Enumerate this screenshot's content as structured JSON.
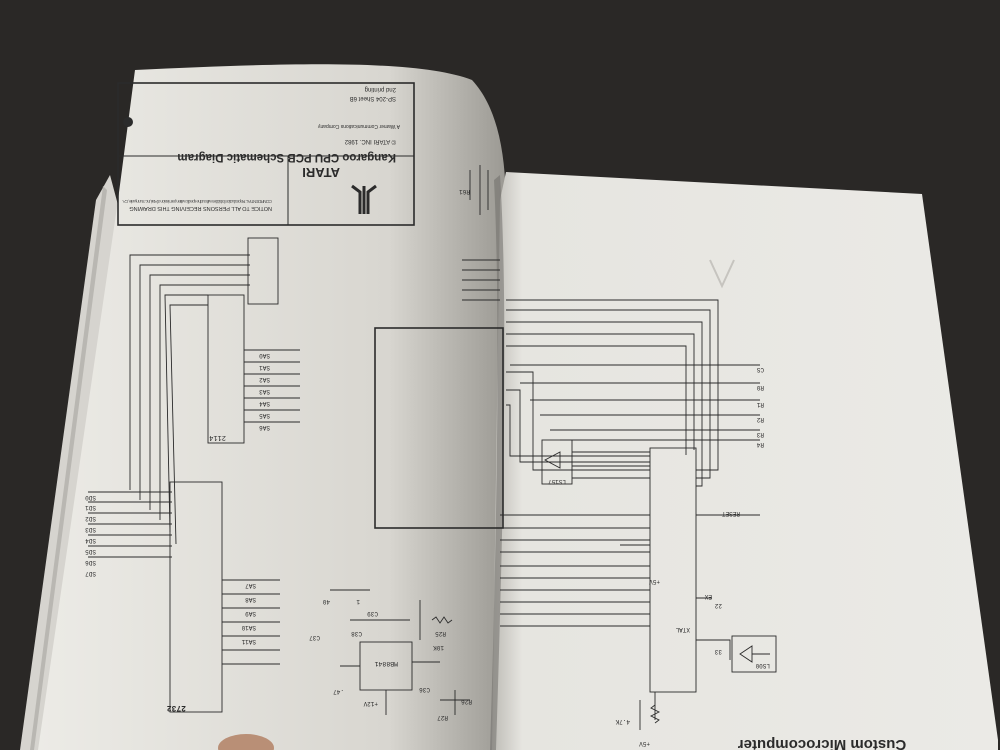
{
  "photo": {
    "colors": {
      "background": "#2a2826",
      "page_left": "#ecebe6",
      "page_right": "#e9e8e3",
      "ink": "#2b2b2b",
      "shadow": "#8d8b86"
    }
  },
  "title_block": {
    "notice": "NOTICE TO ALL PERSONS RECEIVING THIS DRAWING",
    "confidential": "CONFIDENTIAL: Reproduction forbidden without the specific written permission of Atari, Inc. Sunnyvale, CA.",
    "brand": "ATARI",
    "title": "Kangaroo CPU PCB Schematic Diagram",
    "copyright": "© ATARI INC. 1982",
    "sheet": "SP-204   Sheet 6B",
    "printing": "2nd printing",
    "company": "A Warner Communications Company"
  },
  "schematic_labels": {
    "chip_2732": "2732",
    "chip_2114": "2114",
    "chip_ls157": "LS157",
    "chip_mb8841": "MB8841",
    "chip_ls00": "LS00",
    "sas_labels": [
      "SA0",
      "SA1",
      "SA2",
      "SA3",
      "SA4",
      "SA5",
      "SA6",
      "SA7",
      "SA8",
      "SA9",
      "SA10",
      "SA11"
    ],
    "sd_labels": [
      "SD0",
      "SD1",
      "SD2",
      "SD3",
      "SD4",
      "SD5",
      "SD6",
      "SD7"
    ],
    "right_signals": [
      "CS",
      "R0",
      "R1",
      "R2",
      "R3",
      "R4"
    ],
    "reset": "RESET",
    "xtal": "XTAL",
    "ex": "EX",
    "plus5v": "+5V",
    "plus12v": "+12V",
    "plus5v_b": "+5V",
    "r_47k": "4.7K",
    "r_10k": "10K",
    "c_47": ".47",
    "c_1": "1",
    "c_40": "40",
    "c_22": "22",
    "c_33": "33",
    "cap_c36": "C36",
    "cap_c37": "C37",
    "cap_c38": "C38",
    "cap_c39": "C39",
    "res_r25": "R25",
    "res_r26": "R26",
    "res_r27": "R27",
    "res_r61": "R61"
  },
  "footer": {
    "section_title": "Custom Microcomputer"
  }
}
